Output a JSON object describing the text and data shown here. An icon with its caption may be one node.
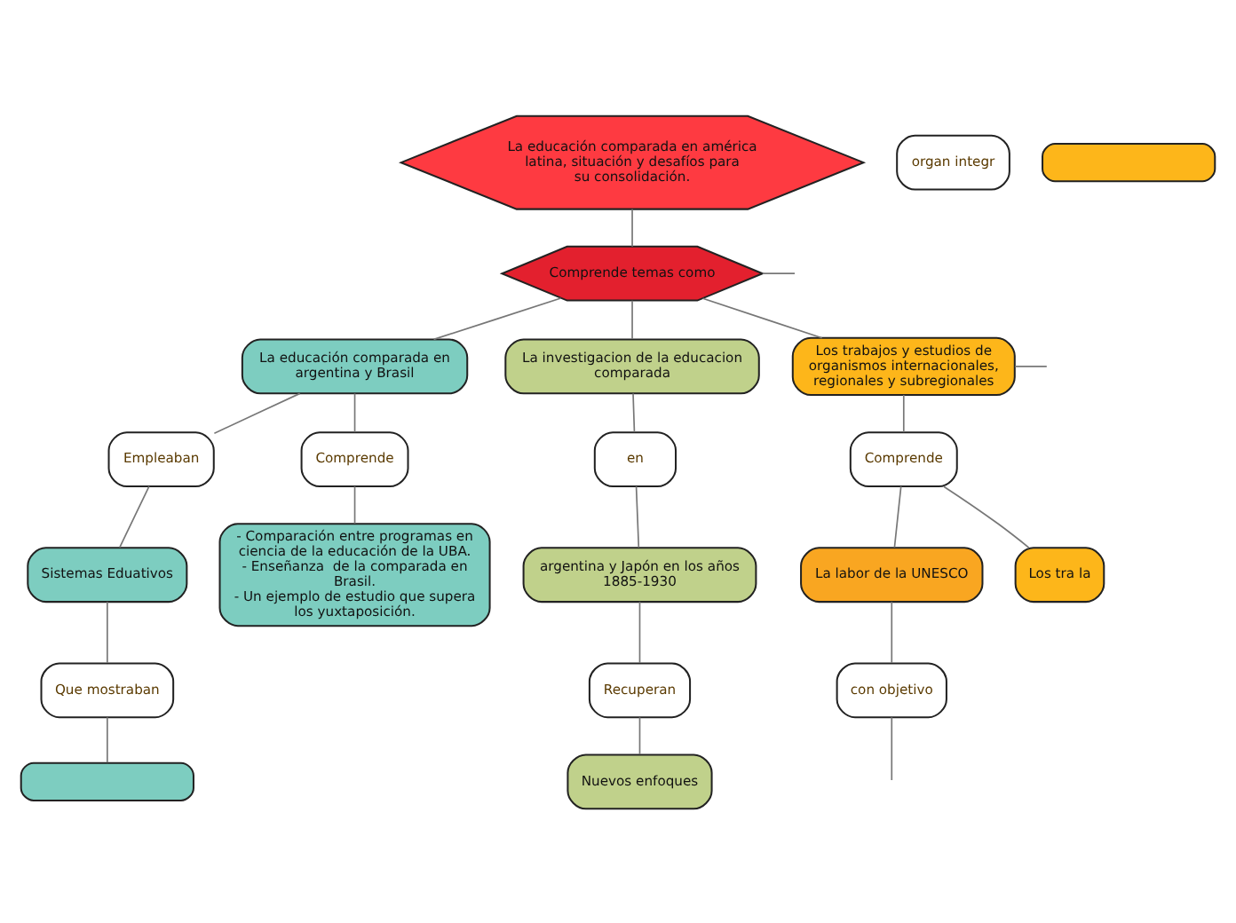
{
  "diagram": {
    "nodes": [
      {
        "text": [
          "La educación comparada en américa latina, situación y desafíos para su consolidación."
        ]
      },
      {
        "text": [
          "Comprende temas como"
        ]
      },
      {
        "text": [
          "La educación comparada en argentina y Brasil"
        ]
      },
      {
        "text": [
          "Empleaban"
        ]
      },
      {
        "text": [
          "Comprende"
        ]
      },
      {
        "text": [
          "Sistemas Eduativos"
        ]
      },
      {
        "text": [
          "- Comparación entre programas en ciencia de la educación de la UBA.",
          "- Enseñanza  de la comparada en Brasil.",
          "- Un ejemplo de estudio que supera los yuxtaposición."
        ]
      },
      {
        "text": [
          "Que mostraban"
        ]
      },
      {
        "text": [],
        "shape": "box"
      },
      {
        "text": [
          "La investigacion de la educacion comparada"
        ]
      },
      {
        "text": [
          "en"
        ]
      },
      {
        "text": [
          "argentina y Japón en los años 1885-1930"
        ]
      },
      {
        "text": [
          "Recuperan"
        ]
      },
      {
        "text": [
          "Nuevos enfoques"
        ]
      },
      {
        "text": [
          "Los trabajos y estudios de organismos internacionales, regionales y subregionales"
        ]
      },
      {
        "text": [
          "Comprende"
        ]
      },
      {
        "text": [
          "La labor de la UNESCO"
        ]
      },
      {
        "text": [
          "Los tra la"
        ]
      },
      {
        "text": [
          "con objetivo"
        ]
      },
      {
        "text": [
          "organ integr"
        ]
      },
      {
        "text": [],
        "shape": "box"
      }
    ],
    "edges": [
      {
        "from": 0,
        "to": 1,
        "arrow": "none"
      },
      {
        "from": 1,
        "to": null,
        "arrow": "none"
      },
      {
        "from": 1,
        "to": 2,
        "arrow": "none"
      },
      {
        "from": 1,
        "to": 9,
        "arrow": "none"
      },
      {
        "from": 1,
        "to": 14,
        "arrow": "none"
      },
      {
        "from": 2,
        "to": 3,
        "arrow": "none"
      },
      {
        "from": 2,
        "to": 4,
        "arrow": "none"
      },
      {
        "from": 3,
        "to": 5,
        "arrow": "none"
      },
      {
        "from": 4,
        "to": 6,
        "arrow": "none"
      },
      {
        "from": 5,
        "to": 7,
        "arrow": "none"
      },
      {
        "from": 7,
        "to": 8,
        "arrow": "none"
      },
      {
        "from": 9,
        "to": 10,
        "arrow": "none"
      },
      {
        "from": 10,
        "to": 11,
        "arrow": "none"
      },
      {
        "from": 11,
        "to": 12,
        "arrow": "none"
      },
      {
        "from": 12,
        "to": 13,
        "arrow": "none"
      },
      {
        "from": 14,
        "to": 15,
        "arrow": "none"
      },
      {
        "from": 14,
        "to": null,
        "arrow": "none"
      },
      {
        "from": 15,
        "to": 16,
        "arrow": "none"
      },
      {
        "from": 15,
        "to": 17,
        "arrow": "none"
      },
      {
        "from": 16,
        "to": 18,
        "arrow": "none"
      },
      {
        "from": 18,
        "to": null,
        "arrow": "none"
      }
    ]
  }
}
